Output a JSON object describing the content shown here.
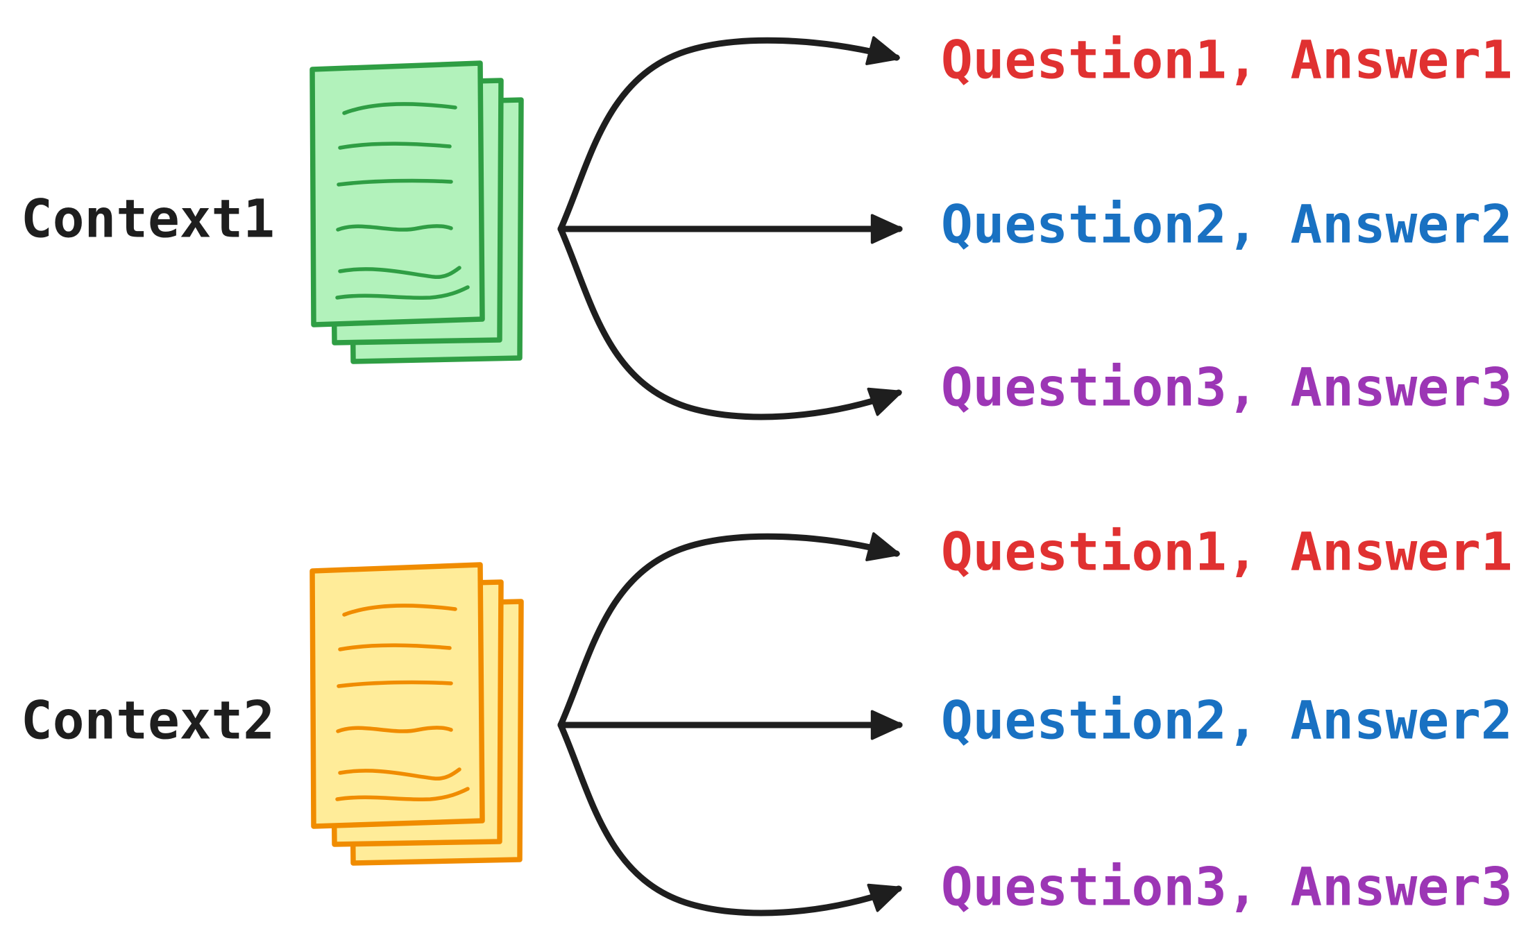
{
  "colors": {
    "ink": "#1e1e1e",
    "red": "#e03131",
    "blue": "#1971c2",
    "purple": "#9c36b5",
    "green_fill": "#b2f2bb",
    "green_stroke": "#2f9e44",
    "yellow_fill": "#ffec99",
    "yellow_stroke": "#f08c00",
    "background": "#ffffff"
  },
  "sections": [
    {
      "label": "Context1",
      "icon": "green-document-stack-icon",
      "qa_pairs": [
        {
          "text": "Question1, Answer1",
          "color": "red"
        },
        {
          "text": "Question2, Answer2",
          "color": "blue"
        },
        {
          "text": "Question3, Answer3",
          "color": "purple"
        }
      ]
    },
    {
      "label": "Context2",
      "icon": "yellow-document-stack-icon",
      "qa_pairs": [
        {
          "text": "Question1, Answer1",
          "color": "red"
        },
        {
          "text": "Question2, Answer2",
          "color": "blue"
        },
        {
          "text": "Question3, Answer3",
          "color": "purple"
        }
      ]
    }
  ]
}
